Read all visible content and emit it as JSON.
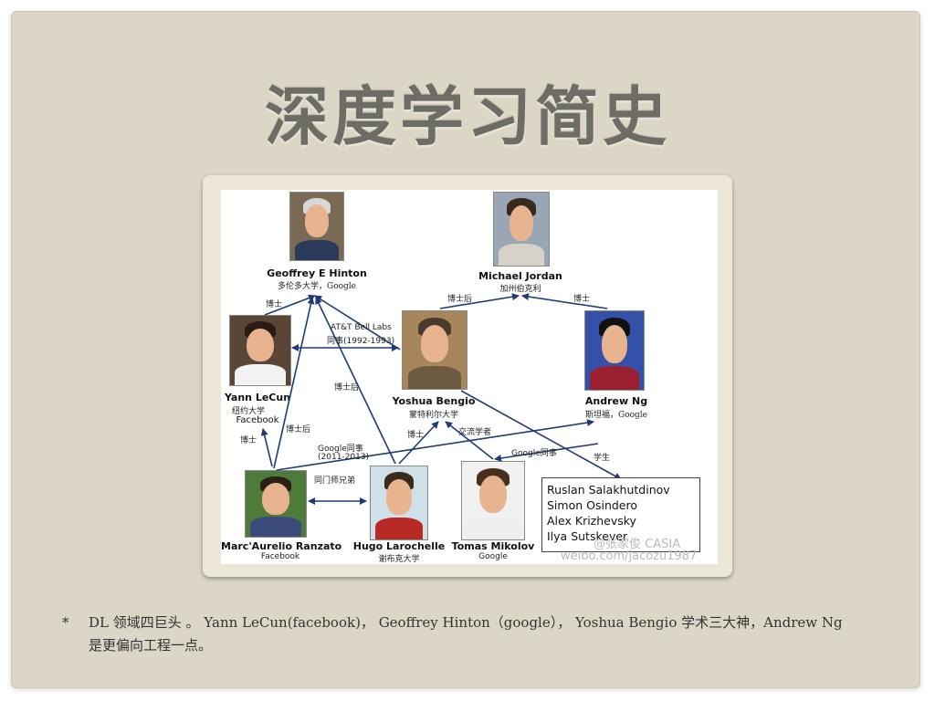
{
  "slide": {
    "title": "深度学习简史",
    "bullet_mark": "*",
    "bullet_text": "DL 领域四巨头 。 Yann LeCun(facebook)， Geoffrey Hinton（google）， Yoshua Bengio 学术三大神，Andrew Ng是更偏向工程一点。"
  },
  "diagram": {
    "people": [
      {
        "id": "hinton",
        "name": "Geoffrey E Hinton",
        "sub": "多伦多大学，Google"
      },
      {
        "id": "jordan",
        "name": "Michael Jordan",
        "sub": "加州伯克利"
      },
      {
        "id": "lecun",
        "name": "Yann LeCun",
        "sub": "纽约大学",
        "sub2": "Facebook"
      },
      {
        "id": "bengio",
        "name": "Yoshua Bengio",
        "sub": "蒙特利尔大学"
      },
      {
        "id": "ng",
        "name": "Andrew Ng",
        "sub": "斯坦福，Google"
      },
      {
        "id": "ranzato",
        "name": "Marc'Aurelio Ranzato",
        "sub": "Facebook"
      },
      {
        "id": "larochelle",
        "name": "Hugo Larochelle",
        "sub": "谢布克大学"
      },
      {
        "id": "mikolov",
        "name": "Tomas Mikolov",
        "sub": "Google"
      }
    ],
    "edge_labels": {
      "boshi_1": "博士",
      "boshihou_1": "博士后",
      "boshi_2": "博士",
      "bell_labs": "AT&T Bell Labs",
      "bell_labs_years": "同事(1992-1993)",
      "boshihou_2": "博士后",
      "boshihou_3": "博士后",
      "boshi_3": "博士",
      "google_colleague": "Google同事",
      "google_years": "(2011-2013)",
      "boshi_4": "博士",
      "jiaoliu": "交流学者",
      "google_colleague_2": "Google同事",
      "xuesheng": "学生",
      "tongmen": "同门师兄弟"
    },
    "students_box": [
      "Ruslan Salakhutdinov",
      "Simon Osindero",
      "Alex Krizhevsky",
      "Ilya Sutskever"
    ],
    "watermark_1": "@张家俊 CASIA",
    "watermark_2": "weibo.com/jacozu1987"
  },
  "colors": {
    "arrow": "#1f3a78",
    "slide_bg": "#dcd6c6",
    "title": "#6d6c65"
  }
}
